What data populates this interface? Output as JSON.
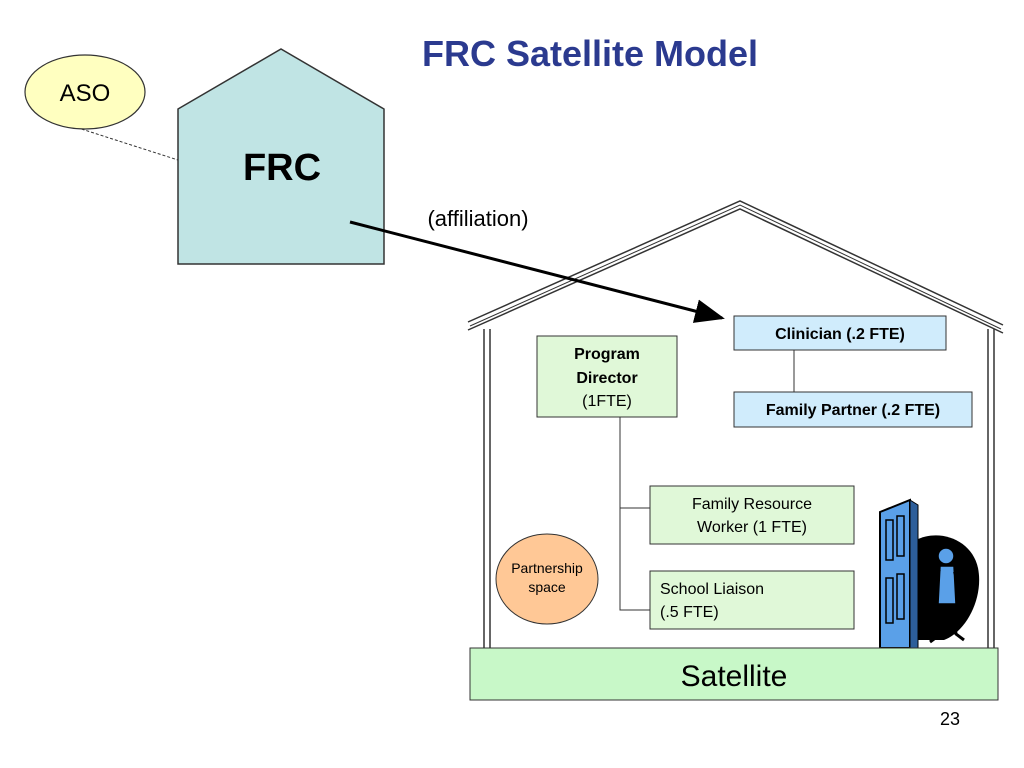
{
  "slide": {
    "title": "FRC Satellite Model",
    "page_number": "23"
  },
  "aso": {
    "label": "ASO"
  },
  "frc": {
    "label": "FRC"
  },
  "affiliation": {
    "label": "(affiliation)"
  },
  "program_director": {
    "line1": "Program",
    "line2": "Director",
    "line3": "(1FTE)"
  },
  "clinician": {
    "label": "Clinician (.2 FTE)"
  },
  "family_partner": {
    "label": "Family Partner (.2 FTE)"
  },
  "family_resource_worker": {
    "line1": "Family Resource",
    "line2": "Worker (1 FTE)"
  },
  "school_liaison": {
    "line1": "School Liaison",
    "line2": "(.5 FTE)"
  },
  "partnership_space": {
    "line1": "Partnership",
    "line2": "space"
  },
  "satellite": {
    "label": "Satellite"
  },
  "colors": {
    "title": "#2b3a8f",
    "aso_fill": "#ffffc0",
    "frc_fill": "#c0e4e4",
    "green_box": "#e0f8d8",
    "blue_box": "#d0ecfc",
    "partnership_fill": "#ffc896",
    "satellite_fill": "#c8f8c8",
    "door": "#5aa0e8"
  },
  "icons": {
    "door": "open-door-person-icon"
  }
}
